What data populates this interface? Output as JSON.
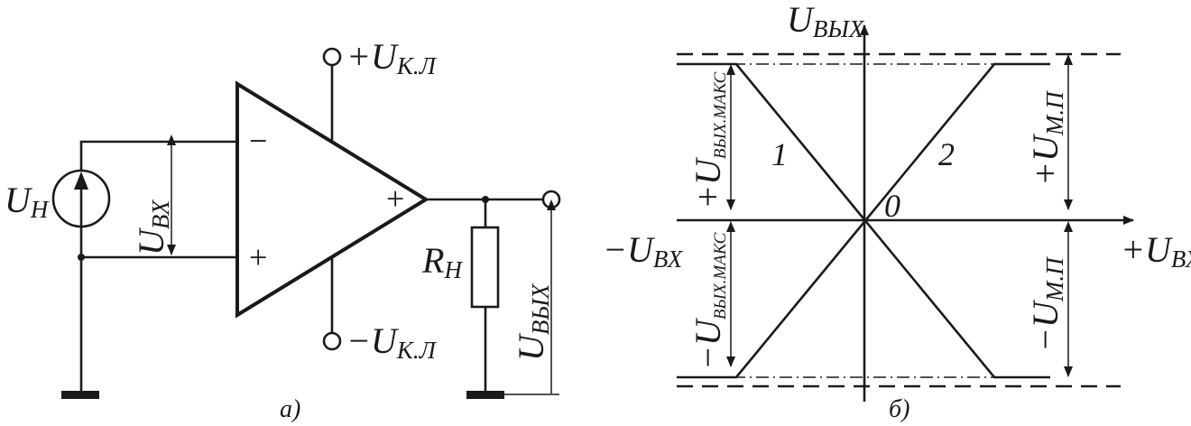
{
  "circuit": {
    "source_label": {
      "main": "U",
      "sub": "Н"
    },
    "input_label": {
      "main": "U",
      "sub": "ВХ"
    },
    "pin_inverting": "−",
    "pin_noninverting": "+",
    "output_sign": "+",
    "supply_positive": {
      "prefix": "+",
      "main": "U",
      "sub": "К.Л"
    },
    "supply_negative": {
      "prefix": "−",
      "main": "U",
      "sub": "К.Л"
    },
    "load_label": {
      "main": "R",
      "sub": "Н"
    },
    "output_label": {
      "main": "U",
      "sub": "ВЫХ"
    },
    "caption": "а)"
  },
  "transfer": {
    "y_axis_label": {
      "main": "U",
      "sub": "ВЫХ"
    },
    "x_neg_label": {
      "prefix": "−",
      "main": "U",
      "sub": "ВХ"
    },
    "x_pos_label": {
      "prefix": "+",
      "main": "U",
      "sub": "ВХ"
    },
    "origin_label": "0",
    "curve_1_label": "1",
    "curve_2_label": "2",
    "out_max_pos": {
      "prefix": "+",
      "main": "U",
      "sub": "ВЫХ.МАКС"
    },
    "out_max_neg": {
      "prefix": "−",
      "main": "U",
      "sub": "ВЫХ.МАКС"
    },
    "supply_pos": {
      "prefix": "+",
      "main": "U",
      "sub": "М.П"
    },
    "supply_neg": {
      "prefix": "−",
      "main": "U",
      "sub": "М.П"
    },
    "caption": "б)"
  }
}
